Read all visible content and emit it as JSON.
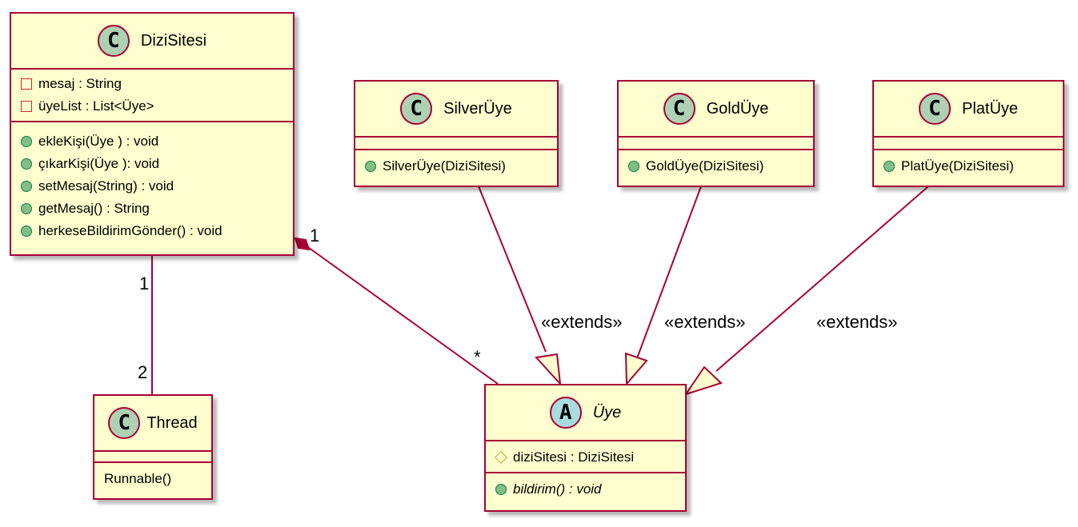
{
  "classes": {
    "dizisitesi": {
      "name": "DiziSitesi",
      "badge": "C",
      "fields": [
        {
          "vis": "private",
          "text": "mesaj : String"
        },
        {
          "vis": "private",
          "text": "üyeList : List<Üye>"
        }
      ],
      "methods": [
        {
          "vis": "public",
          "text": "ekleKişi(Üye ) : void"
        },
        {
          "vis": "public",
          "text": "çıkarKişi(Üye ): void"
        },
        {
          "vis": "public",
          "text": "setMesaj(String) : void"
        },
        {
          "vis": "public",
          "text": "getMesaj() : String"
        },
        {
          "vis": "public",
          "text": "herkeseBildirimGönder() : void"
        }
      ]
    },
    "silveruye": {
      "name": "SilverÜye",
      "badge": "C",
      "methods": [
        {
          "vis": "public",
          "text": "SilverÜye(DiziSitesi)"
        }
      ]
    },
    "golduye": {
      "name": "GoldÜye",
      "badge": "C",
      "methods": [
        {
          "vis": "public",
          "text": "GoldÜye(DiziSitesi)"
        }
      ]
    },
    "platuye": {
      "name": "PlatÜye",
      "badge": "C",
      "methods": [
        {
          "vis": "public",
          "text": "PlatÜye(DiziSitesi)"
        }
      ]
    },
    "thread": {
      "name": "Thread",
      "badge": "C",
      "methods": [
        {
          "vis": "none",
          "text": "Runnable()"
        }
      ]
    },
    "uye": {
      "name": "Üye",
      "badge": "A",
      "fields": [
        {
          "vis": "protected",
          "text": "diziSitesi : DiziSitesi"
        }
      ],
      "methods": [
        {
          "vis": "public",
          "text": "bildirim() : void"
        }
      ]
    }
  },
  "relations": {
    "composition": {
      "from_mult": "1",
      "to_mult": "*"
    },
    "thread_link": {
      "from_mult": "1",
      "to_mult": "2"
    },
    "extends_label": "«extends»"
  },
  "colors": {
    "class_fill": "#fefece",
    "border": "#a80036",
    "class_badge": "#add1b2",
    "abstract_badge": "#a9dcdf",
    "public": "#84be84",
    "private": "#c82930",
    "protected": "#b38d22"
  }
}
